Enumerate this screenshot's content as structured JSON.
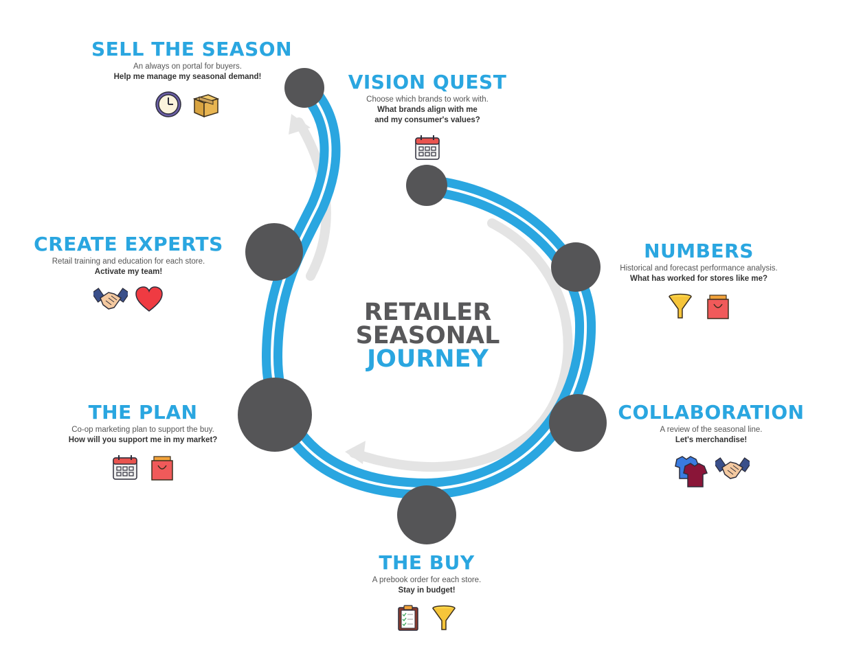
{
  "center": {
    "line1": "RETAILER",
    "line2": "SEASONAL",
    "line3": "JOURNEY"
  },
  "stages": {
    "sell_the_season": {
      "title": "SELL THE SEASON",
      "description": "An always on portal for buyers.",
      "question": "Help me manage my seasonal demand!",
      "icons": [
        "clock-icon",
        "box-icon"
      ]
    },
    "vision_quest": {
      "title": "VISION QUEST",
      "description": "Choose which brands to work with.",
      "question_line1": "What brands align with me",
      "question_line2": "and my consumer's values?",
      "icons": [
        "calendar-icon"
      ]
    },
    "numbers": {
      "title": "NUMBERS",
      "description": "Historical and forecast performance analysis.",
      "question": "What has worked for stores like me?",
      "icons": [
        "funnel-icon",
        "shopping-bag-icon"
      ]
    },
    "collaboration": {
      "title": "COLLABORATION",
      "description": "A review of the seasonal line.",
      "question": "Let's merchandise!",
      "icons": [
        "tshirts-icon",
        "handshake-icon"
      ]
    },
    "the_buy": {
      "title": "THE BUY",
      "description": "A prebook order for each store.",
      "question": "Stay in budget!",
      "icons": [
        "clipboard-icon",
        "funnel-icon"
      ]
    },
    "the_plan": {
      "title": "THE PLAN",
      "description": "Co-op marketing plan to support the buy.",
      "question": "How will you support me in my market?",
      "icons": [
        "calendar-icon",
        "shopping-bag-icon"
      ]
    },
    "create_experts": {
      "title": "CREATE EXPERTS",
      "description": "Retail training and education for each store.",
      "question": "Activate my team!",
      "icons": [
        "handshake-icon",
        "heart-icon"
      ]
    }
  },
  "colors": {
    "accent_blue": "#2aa6e0",
    "node_gray": "#555557",
    "arrow_gray": "#e2e2e2",
    "text_dark": "#58585a"
  }
}
